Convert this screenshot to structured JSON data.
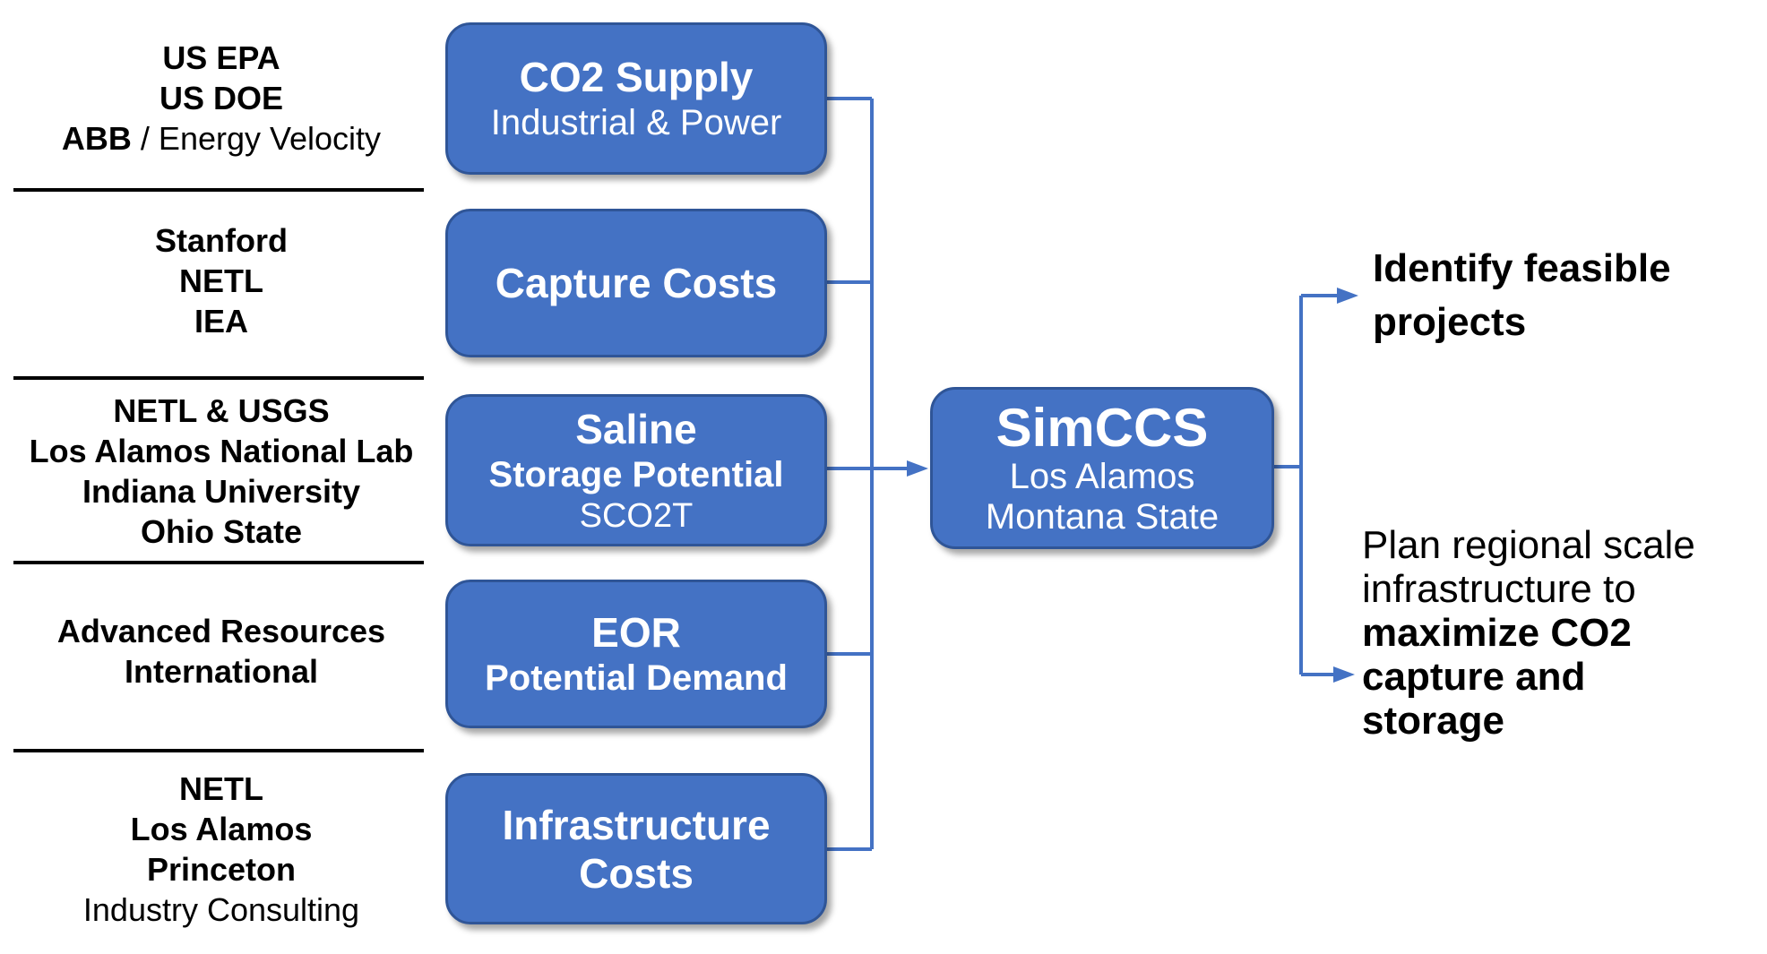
{
  "palette": {
    "node_fill": "#4472C4",
    "node_border": "#2F5597",
    "node_text": "#FFFFFF",
    "connector": "#4472C4",
    "divider": "#000000",
    "body_text": "#000000"
  },
  "contributor_groups": [
    {
      "lines": [
        {
          "b": "US EPA",
          "n": ""
        },
        {
          "b": "US DOE",
          "n": ""
        },
        {
          "b": "ABB",
          "n": " / Energy Velocity"
        }
      ]
    },
    {
      "lines": [
        {
          "b": "Stanford",
          "n": ""
        },
        {
          "b": "NETL",
          "n": ""
        },
        {
          "b": "IEA",
          "n": ""
        }
      ]
    },
    {
      "lines": [
        {
          "b": "NETL & USGS",
          "n": ""
        },
        {
          "b": "Los Alamos National Lab",
          "n": ""
        },
        {
          "b": "Indiana University",
          "n": ""
        },
        {
          "b": "Ohio State",
          "n": ""
        }
      ]
    },
    {
      "lines": [
        {
          "b": "Advanced Resources",
          "n": ""
        },
        {
          "b": "International",
          "n": ""
        }
      ]
    },
    {
      "lines": [
        {
          "b": "NETL",
          "n": ""
        },
        {
          "b": "Los Alamos",
          "n": ""
        },
        {
          "b": "Princeton",
          "n": ""
        },
        {
          "b": "",
          "n": "Industry Consulting"
        }
      ]
    }
  ],
  "input_boxes": [
    {
      "title": "CO2 Supply",
      "subtitle": "Industrial & Power"
    },
    {
      "title": "Capture Costs"
    },
    {
      "title": "Saline",
      "subtitle_bold": "Storage Potential",
      "subtitle_small": "SCO2T"
    },
    {
      "title": "EOR",
      "subtitle_bold": "Potential Demand"
    },
    {
      "title": "Infrastructure Costs"
    }
  ],
  "model_box": {
    "title": "SimCCS",
    "line1": "Los Alamos",
    "line2": "Montana State"
  },
  "outcome_top": {
    "line1": "Identify feasible",
    "line2": "projects"
  },
  "outcome_bottom": {
    "normal1": "Plan regional scale",
    "normal2": "infrastructure to",
    "bold1": "maximize CO2",
    "bold2": "capture and",
    "bold3": "storage"
  }
}
